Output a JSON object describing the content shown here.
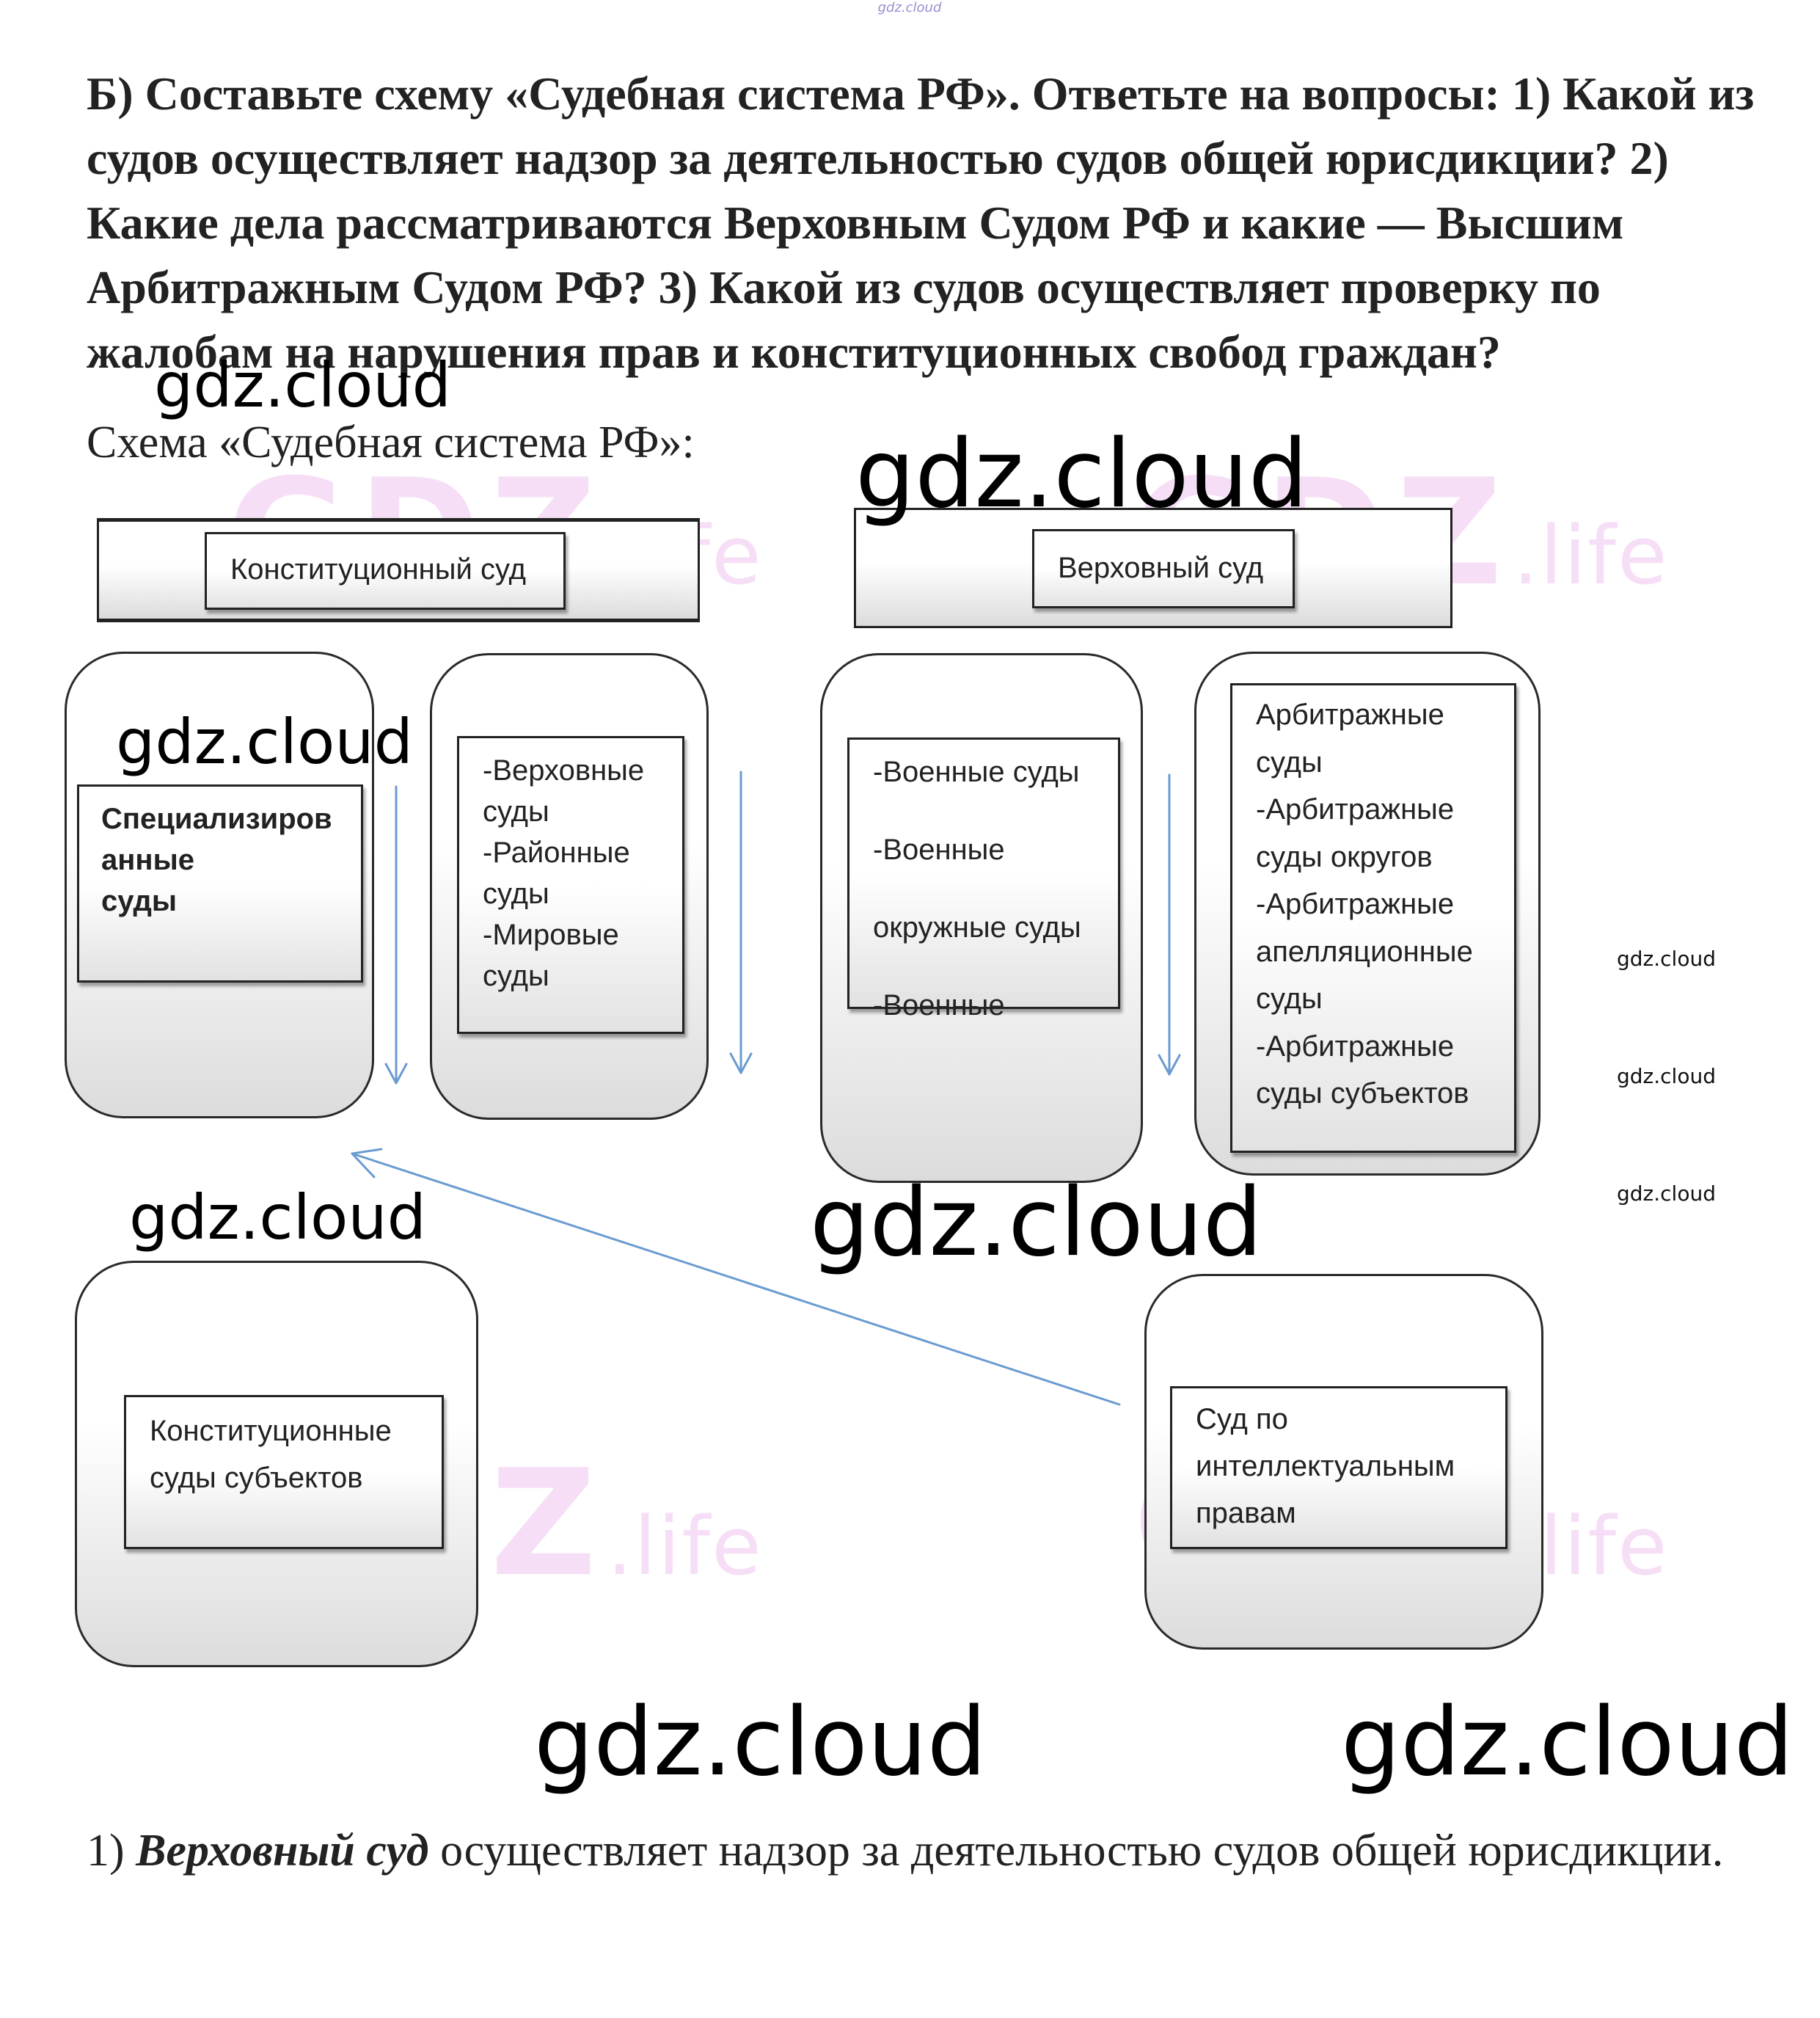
{
  "watermark_top": "gdz.cloud",
  "question": "Б) Составьте схему «Судебная система РФ». Ответьте на вопросы: 1) Какой из судов осуществляет надзор за деятельностью судов общей юрисдикции? 2) Какие дела рассматриваются Верховным Судом РФ и какие — Высшим Арбитражным Судом РФ? 3) Какой из судов осуществляет проверку по жалобам на нарушения прав и конституционных свобод граждан?",
  "schema_caption": "Схема «Судебная система РФ»:",
  "diagram": {
    "constitutional_court": "Конституционный суд",
    "supreme_court": "Верховный суд",
    "specialized_courts": "Специализиров\nанные\n суды",
    "general_courts": "-Верховные\nсуды\n-Районные\nсуды\n-Мировые\nсуды",
    "military_courts": "-Военные суды\n\n-Военные\n\nокружные суды\n\n-Военные",
    "arbitration_courts": "Арбитражные\nсуды\n-Арбитражные\nсуды округов\n-Арбитражные\nапелляционные\nсуды\n-Арбитражные\nсуды субъектов",
    "regional_constitutional_courts": "Конституционные\nсуды субъектов",
    "ip_court": "Суд по\nинтеллектуальным\nправам",
    "line_color": "#6a9bd1"
  },
  "watermarks": {
    "w1": "gdz.cloud",
    "w2": "gdz.cloud",
    "w3": "gdz.cloud",
    "w4": "gdz.cloud",
    "w5": "gdz.cloud",
    "w6": "gdz.cloud",
    "w7": "gdz.cloud",
    "s1": "gdz.cloud",
    "s2": "gdz.cloud",
    "s3": "gdz.cloud"
  },
  "answer": {
    "number": "1) ",
    "bold_italic": "Верховный суд",
    "rest": " осуществляет надзор за деятельностью судов общей юрисдикции."
  }
}
